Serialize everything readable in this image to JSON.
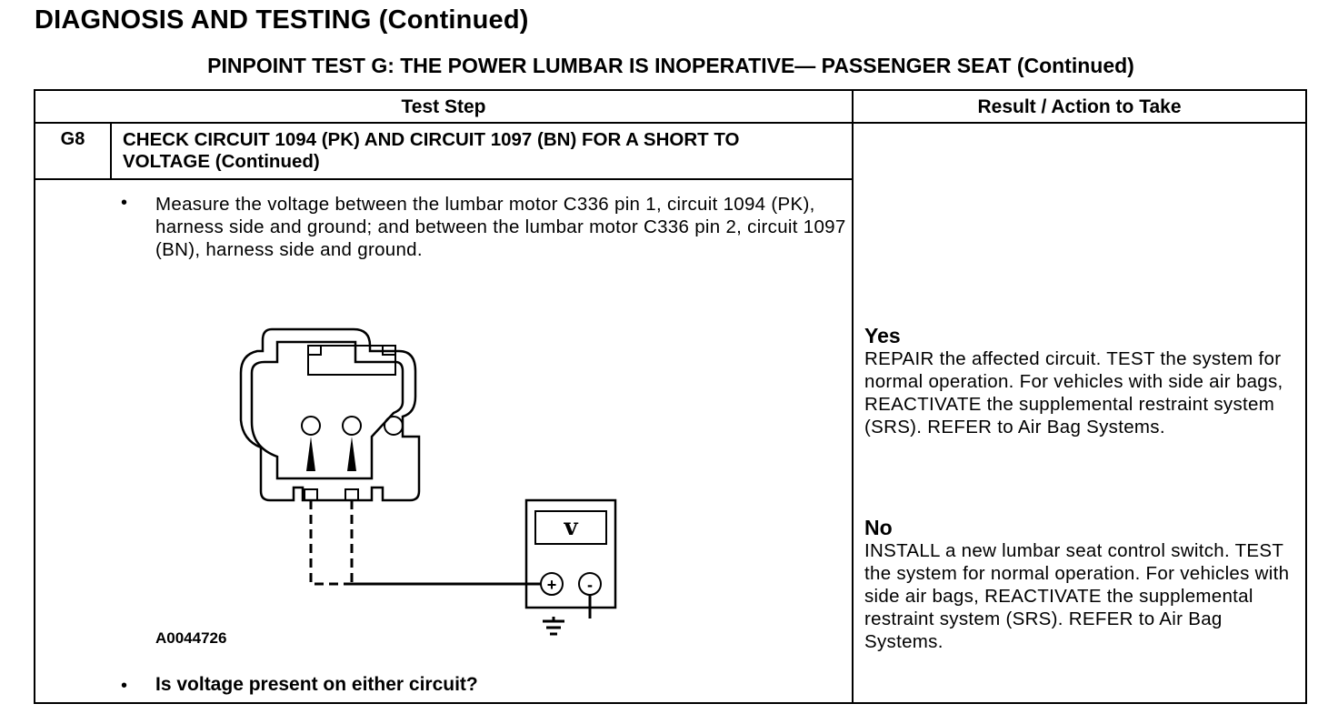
{
  "page": {
    "heading": "DIAGNOSIS AND TESTING (Continued)",
    "subheading": "PINPOINT TEST  G: THE POWER LUMBAR IS INOPERATIVE— PASSENGER SEAT (Continued)"
  },
  "table": {
    "col_test_step": "Test Step",
    "col_result": "Result / Action to Take",
    "step": {
      "id": "G8",
      "title": "CHECK CIRCUIT 1094 (PK) AND CIRCUIT 1097 (BN) FOR A SHORT TO VOLTAGE (Continued)",
      "bullet_symbol": "•",
      "instruction": "Measure the voltage between the lumbar motor C336 pin 1, circuit 1094 (PK), harness side and ground; and between the lumbar motor C336 pin 2, circuit 1097 (BN), harness side and ground.",
      "figure_id": "A0044726",
      "meter_symbol": "v",
      "meter_plus": "+",
      "meter_minus": "-",
      "question": "Is voltage present on either circuit?"
    },
    "results": {
      "yes_label": "Yes",
      "yes_action": "REPAIR the affected circuit. TEST the system for normal operation. For vehicles with side air bags, REACTIVATE the supplemental restraint system (SRS). REFER to Air Bag Systems.",
      "no_label": "No",
      "no_action": "INSTALL a new lumbar seat control switch. TEST the system for normal operation. For vehicles with side air bags, REACTIVATE the supplemental restraint system (SRS). REFER to Air Bag Systems."
    }
  }
}
